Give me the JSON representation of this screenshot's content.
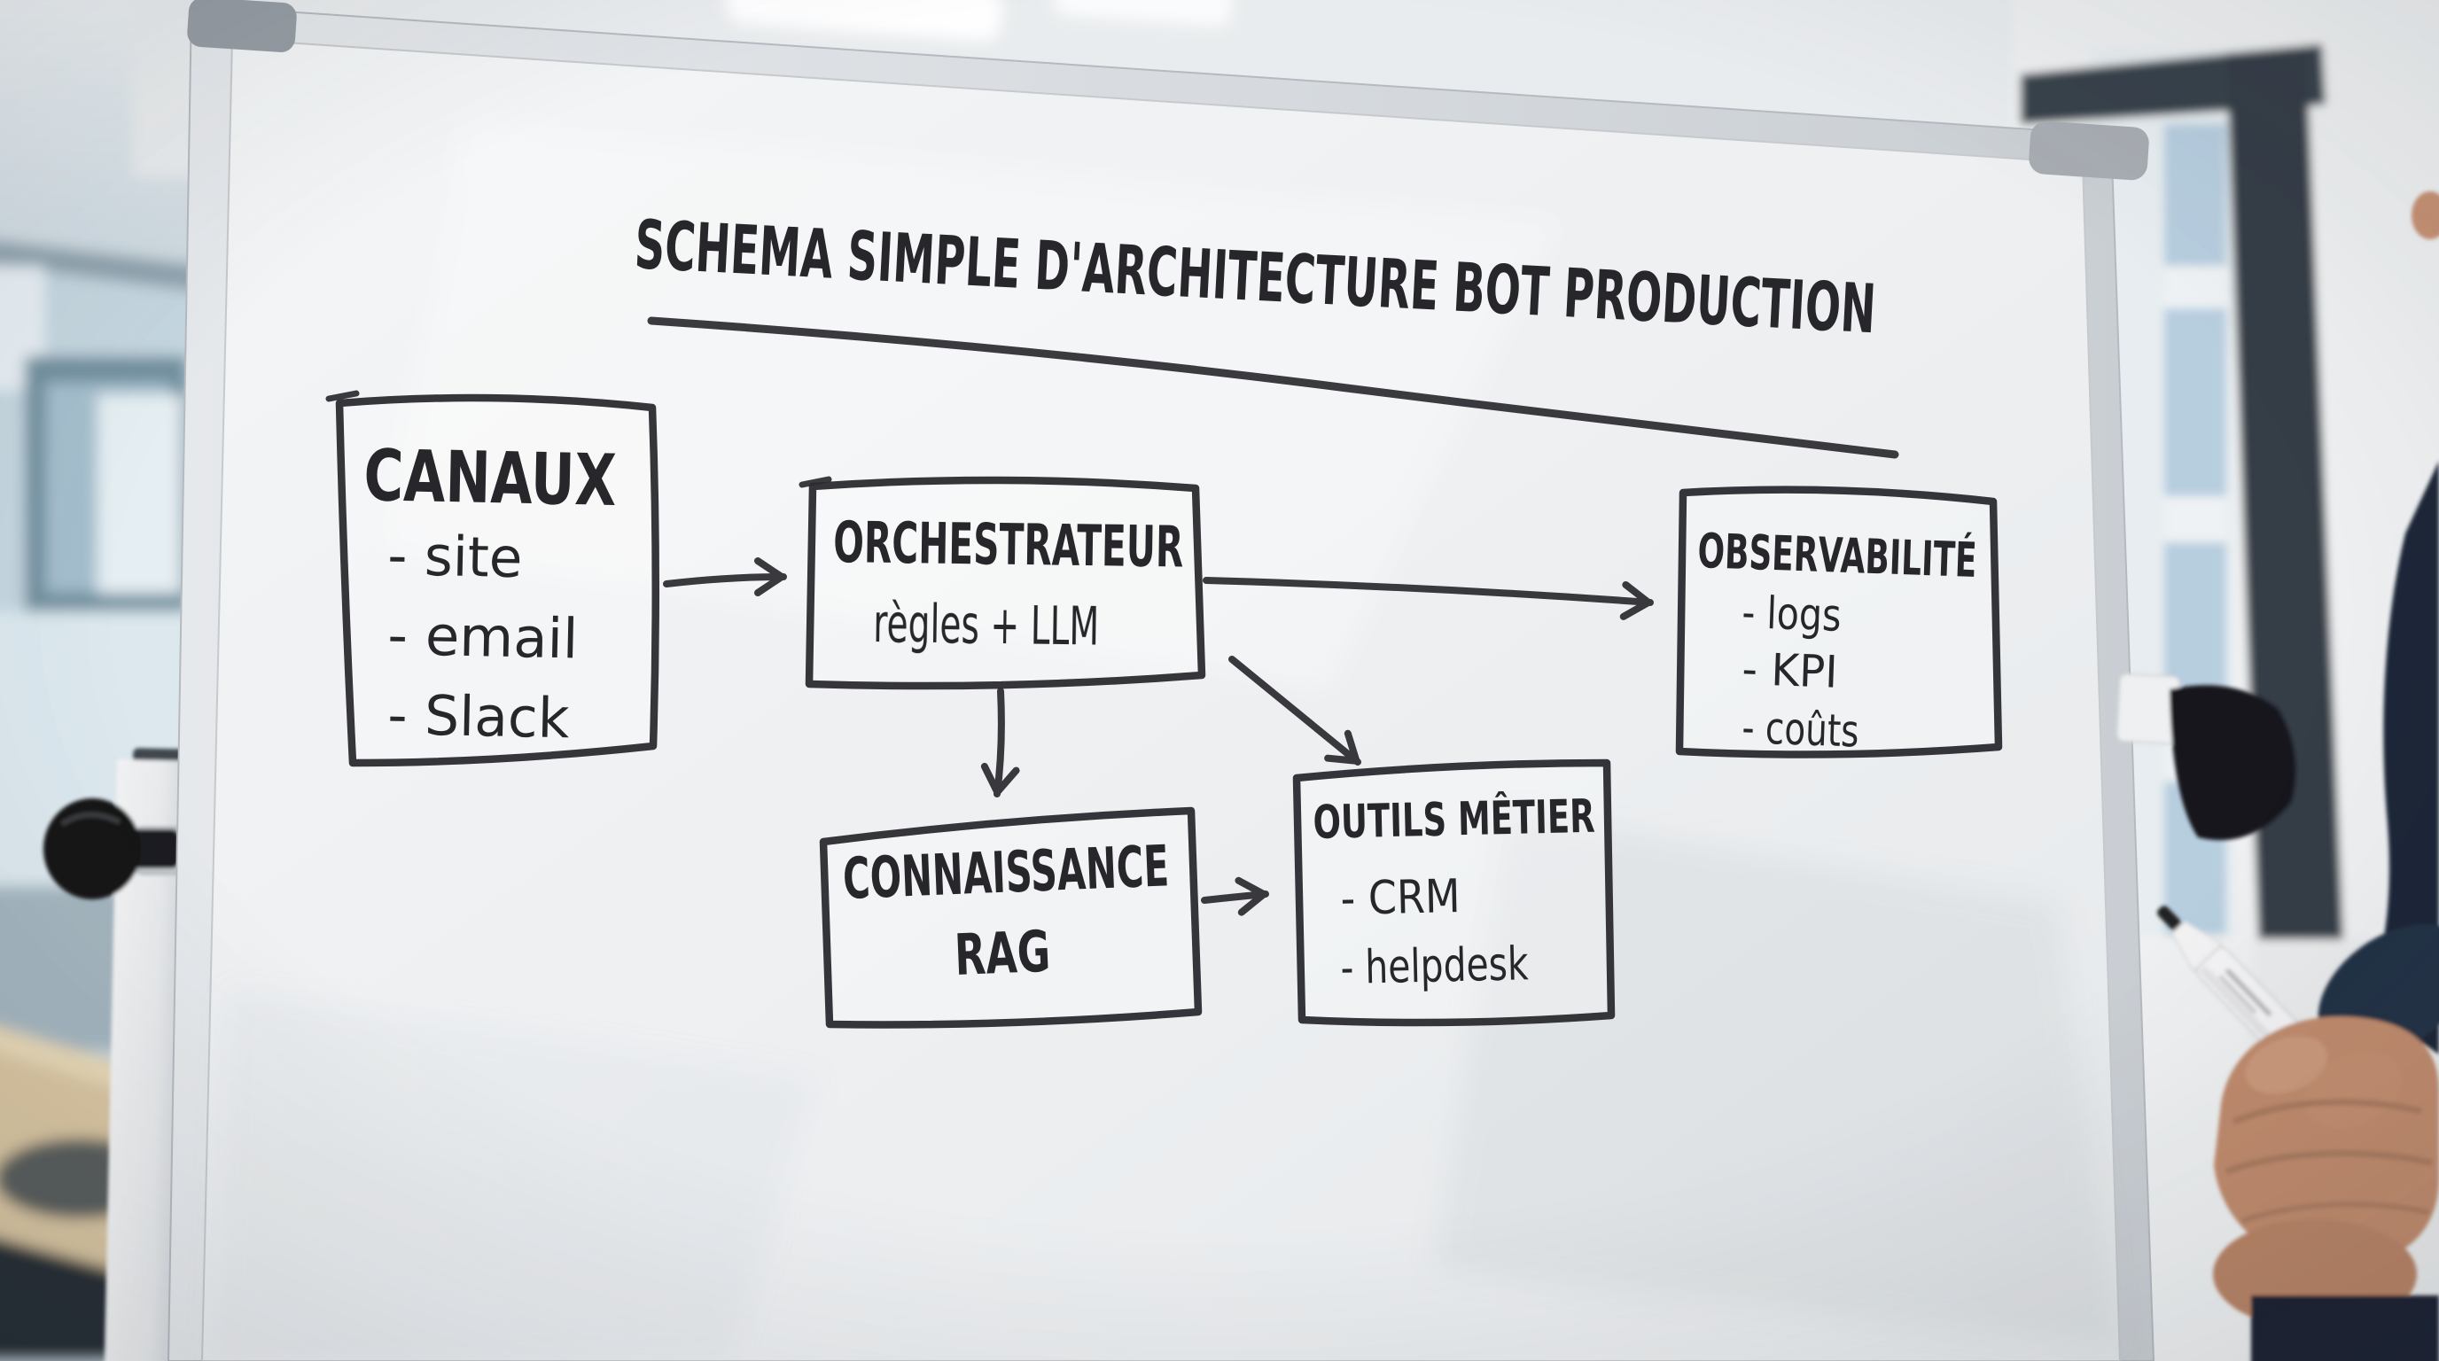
{
  "scene": {
    "type": "photo-of-whiteboard-in-office",
    "colors": {
      "ink": "#2b2b30",
      "board_face": "#eef0f2",
      "board_frame": "#dfe2e5",
      "corner_cap": "#9aa1a8",
      "window_frame_dark": "#39424b",
      "glass_blue": "#b7cedf",
      "wall_blue": "#a4b5bf",
      "wood_table": "#d8c5a1",
      "sleeve_navy": "#1e2838",
      "skin": "#c28b6d",
      "marker_body": "#f3f3f4",
      "marker_cap": "#17181b"
    }
  },
  "whiteboard": {
    "title": "SCHEMA SIMPLE D'ARCHITECTURE BOT PRODUCTION",
    "boxes": [
      {
        "id": "canaux",
        "label": "CANAUX",
        "items": [
          "- site",
          "- email",
          "- Slack"
        ]
      },
      {
        "id": "orchestrateur",
        "label": "ORCHESTRATEUR",
        "items": [
          "règles + LLM"
        ]
      },
      {
        "id": "observabilite",
        "label": "OBSERVABILITÉ",
        "items": [
          "- logs",
          "- KPI",
          "- coûts"
        ]
      },
      {
        "id": "connaissance",
        "label": "CONNAISSANCE",
        "items": [
          "RAG"
        ]
      },
      {
        "id": "outils-metier",
        "label": "OUTILS MÊTIER",
        "items": [
          "- CRM",
          "- helpdesk"
        ]
      }
    ],
    "edges": [
      {
        "from": "CANAUX",
        "to": "ORCHESTRATEUR"
      },
      {
        "from": "ORCHESTRATEUR",
        "to": "OBSERVABILITÉ"
      },
      {
        "from": "ORCHESTRATEUR",
        "to": "CONNAISSANCE"
      },
      {
        "from": "ORCHESTRATEUR",
        "to": "OUTILS MÊTIER"
      },
      {
        "from": "CONNAISSANCE",
        "to": "OUTILS MÊTIER"
      }
    ]
  }
}
